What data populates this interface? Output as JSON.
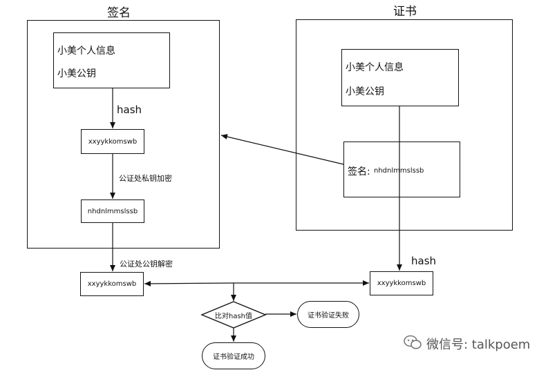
{
  "left_panel": {
    "title": "签名",
    "info_lines": [
      "小美个人信息",
      "小美公钥"
    ],
    "hash_label": "hash",
    "digest": "xxyykkomswb",
    "encrypt_label": "公证处私钥加密",
    "signature": "nhdnlmmslssb"
  },
  "right_panel": {
    "title": "证书",
    "info_lines": [
      "小美个人信息",
      "小美公钥"
    ],
    "signature_label": "签名:",
    "signature_value": "nhdnlmmslssb"
  },
  "flow": {
    "decrypt_label": "公证处公钥解密",
    "left_digest": "xxyykkomswb",
    "right_hash_label": "hash",
    "right_digest": "xxyykkomswb",
    "compare_label": "比对hash值",
    "fail_label": "证书验证失败",
    "success_label": "证书验证成功"
  },
  "watermark": {
    "text": "微信号: talkpoem",
    "icon": "wechat-icon"
  }
}
